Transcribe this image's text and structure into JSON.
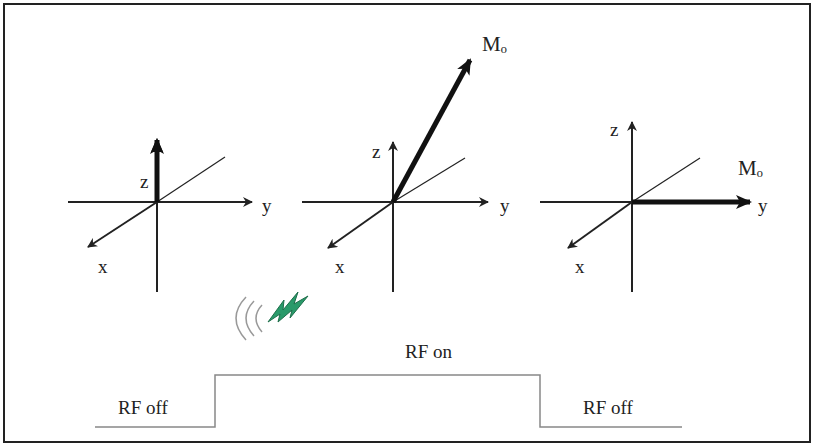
{
  "diagram": {
    "labels": [
      "z",
      "y",
      "x",
      "Mₒ",
      "z",
      "y",
      "x",
      "z",
      "Mₒ",
      "y",
      "x",
      "RF on",
      "RF off",
      "RF off"
    ]
  }
}
